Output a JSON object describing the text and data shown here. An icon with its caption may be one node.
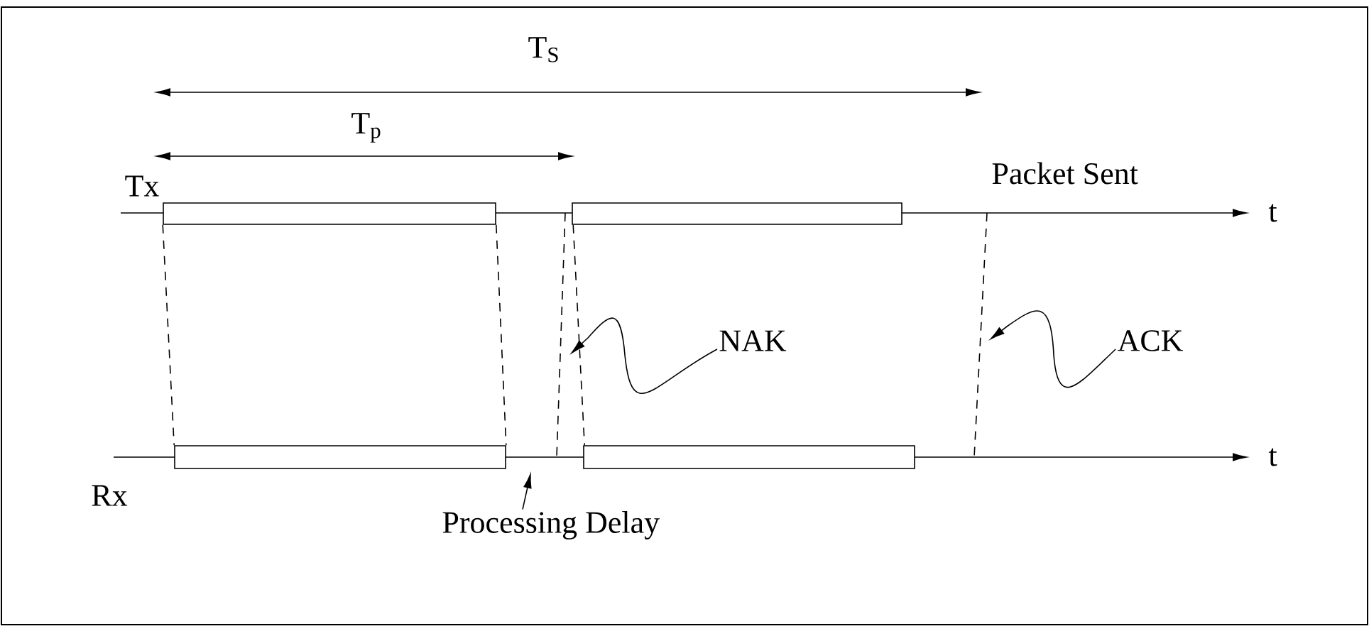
{
  "diagram": {
    "nodes": [
      {
        "text": [],
        "shape": "bar"
      },
      {
        "text": [],
        "shape": "bar"
      },
      {
        "text": [],
        "shape": "bar"
      },
      {
        "text": [],
        "shape": "bar"
      },
      {
        "text": [
          "NAK"
        ]
      },
      {
        "text": [
          "ACK"
        ]
      },
      {
        "text": [
          "Processing Delay"
        ]
      }
    ],
    "edges": [
      {
        "from": 0,
        "to": 2,
        "arrow": "none",
        "style": "dashed"
      },
      {
        "from": 0,
        "to": 2,
        "arrow": "none",
        "style": "dashed"
      },
      {
        "from": 1,
        "to": 3,
        "arrow": "none",
        "style": "dashed"
      },
      {
        "from": 4,
        "to": null,
        "arrow": "to"
      },
      {
        "from": 5,
        "to": null,
        "arrow": "to"
      },
      {
        "from": 6,
        "to": null,
        "arrow": "to"
      }
    ],
    "labels": [
      "T$_{S}$",
      "T$_{p}$",
      "Tx",
      "Packet Sent",
      "t",
      "Rx",
      "t"
    ]
  }
}
